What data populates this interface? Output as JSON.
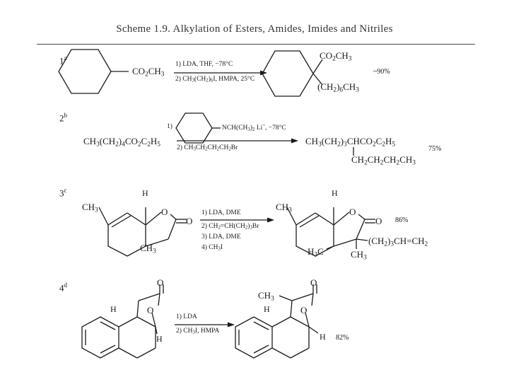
{
  "page_title": "Scheme 1.9. Alkylation of Esters, Amides, Imides and Nitriles",
  "entries": [
    {
      "label": "1",
      "note": "a",
      "reactant_sub": "CO2CH3",
      "conditions": [
        "1) LDA, THF, −78°C",
        "2) CH3(CH2)6I, HMPA, 25°C"
      ],
      "product_sub_top": "CO2CH3",
      "product_sub_bottom": "(CH2)6CH3",
      "yield": "~90%"
    },
    {
      "label": "2",
      "note": "b",
      "reactant": "CH3(CH2)4CO2C2H5",
      "base_prefix": "1)",
      "base_amide": "NCH(CH3)2 Li+, −78°C",
      "alkyl_halide": "2) CH3CH2CH2CH2Br",
      "product_main": "CH3(CH2)3CHCO2C2H5",
      "product_branch": "CH2CH2CH2CH3",
      "yield": "75%"
    },
    {
      "label": "3",
      "note": "c",
      "reactant_labels": {
        "h": "H",
        "me_left": "CH3",
        "me_bottom": "CH3",
        "carbonyl_o": "O",
        "ring_o": "O"
      },
      "conditions": [
        "1) LDA, DME",
        "2) CH2=CH(CH2)3Br",
        "3) LDA, DME",
        "4) CH3I"
      ],
      "product_labels": {
        "h": "H",
        "me_left": "CH3",
        "me_quat": "H3C",
        "me_alpha": "CH3",
        "chain": "(CH2)3CH=CH2",
        "carbonyl_o": "O",
        "ring_o": "O"
      },
      "yield": "86%"
    },
    {
      "label": "4",
      "note": "d",
      "reactant_labels": {
        "h_top": "H",
        "h_bottom": "H",
        "carbonyl_o": "O",
        "ring_o": "O"
      },
      "conditions": [
        "1) LDA",
        "2) CH3I, HMPA"
      ],
      "product_labels": {
        "me": "CH3",
        "h_top": "H",
        "h_bottom": "H",
        "carbonyl_o": "O",
        "ring_o": "O"
      },
      "yield": "82%"
    }
  ]
}
